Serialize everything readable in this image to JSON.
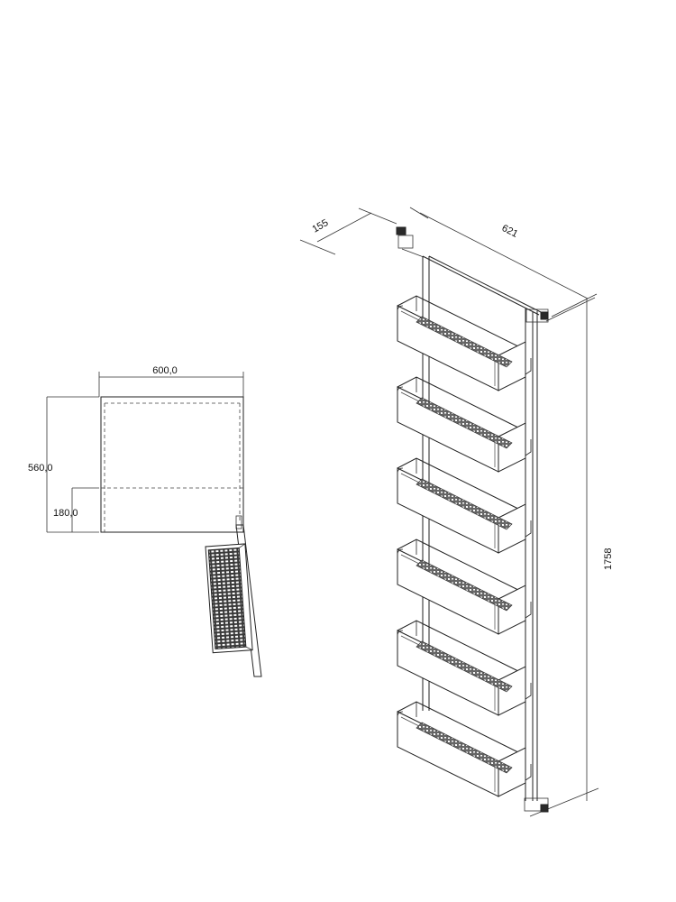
{
  "dimensions": {
    "width_left": "600,0",
    "height_left": "560,0",
    "offset_left": "180,0",
    "depth_right": "155",
    "width_right": "621",
    "height_right": "1758"
  },
  "rack": {
    "shelf_count": 6
  }
}
